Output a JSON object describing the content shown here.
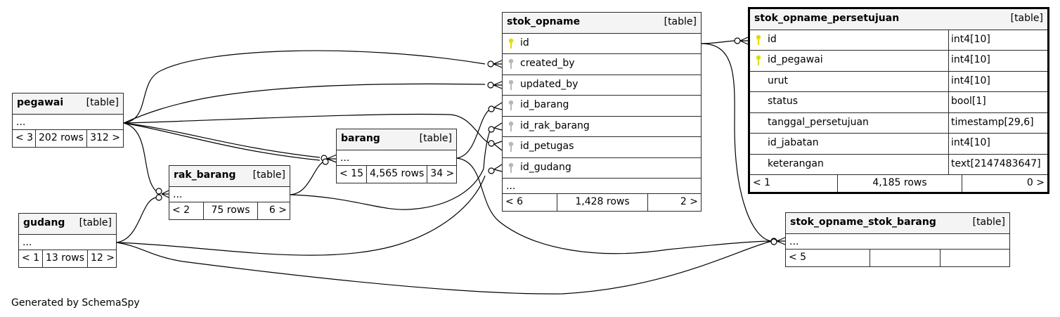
{
  "footer_text": "Generated by SchemaSpy",
  "tables": {
    "pegawai": {
      "name": "pegawai",
      "kind": "[table]",
      "ellipsis": "...",
      "parents": "< 3",
      "rows": "202 rows",
      "children": "312 >"
    },
    "gudang": {
      "name": "gudang",
      "kind": "[table]",
      "ellipsis": "...",
      "parents": "< 1",
      "rows": "13 rows",
      "children": "12 >"
    },
    "rak_barang": {
      "name": "rak_barang",
      "kind": "[table]",
      "ellipsis": "...",
      "parents": "< 2",
      "rows": "75 rows",
      "children": "6 >"
    },
    "barang": {
      "name": "barang",
      "kind": "[table]",
      "ellipsis": "...",
      "parents": "< 15",
      "rows": "4,565 rows",
      "children": "34 >"
    },
    "stok_opname": {
      "name": "stok_opname",
      "kind": "[table]",
      "columns": [
        {
          "name": "id",
          "key": "primary"
        },
        {
          "name": "created_by",
          "key": "foreign"
        },
        {
          "name": "updated_by",
          "key": "foreign"
        },
        {
          "name": "id_barang",
          "key": "foreign"
        },
        {
          "name": "id_rak_barang",
          "key": "foreign"
        },
        {
          "name": "id_petugas",
          "key": "foreign"
        },
        {
          "name": "id_gudang",
          "key": "foreign"
        }
      ],
      "ellipsis": "...",
      "parents": "< 6",
      "rows": "1,428 rows",
      "children": "2 >"
    },
    "stok_opname_persetujuan": {
      "name": "stok_opname_persetujuan",
      "kind": "[table]",
      "columns": [
        {
          "name": "id",
          "type": "int4[10]",
          "key": "primary"
        },
        {
          "name": "id_pegawai",
          "type": "int4[10]",
          "key": "primary"
        },
        {
          "name": "urut",
          "type": "int4[10]",
          "key": "none"
        },
        {
          "name": "status",
          "type": "bool[1]",
          "key": "none"
        },
        {
          "name": "tanggal_persetujuan",
          "type": "timestamp[29,6]",
          "key": "none"
        },
        {
          "name": "id_jabatan",
          "type": "int4[10]",
          "key": "none"
        },
        {
          "name": "keterangan",
          "type": "text[2147483647]",
          "key": "none"
        }
      ],
      "parents": "< 1",
      "rows": "4,185 rows",
      "children": "0 >"
    },
    "stok_opname_stok_barang": {
      "name": "stok_opname_stok_barang",
      "kind": "[table]",
      "ellipsis": "...",
      "parents": "< 5",
      "rows": "",
      "children": ""
    }
  },
  "colors": {
    "primary_key": "#e0dc00",
    "foreign_key": "#b8b8b8",
    "border": "#2b2b2b",
    "header_bg": "#f4f4f4"
  }
}
